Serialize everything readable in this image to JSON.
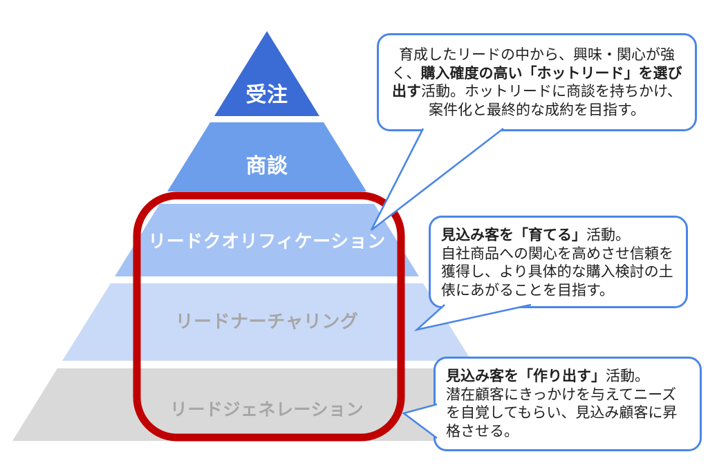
{
  "pyramid": {
    "levels": [
      {
        "label": "受注",
        "color": "#3b6bd5",
        "text_color": "#ffffff"
      },
      {
        "label": "商談",
        "color": "#6d9eeb",
        "text_color": "#ffffff"
      },
      {
        "label": "リードクオリフィケーション",
        "color": "#a4c2f4",
        "text_color": "#ffffff"
      },
      {
        "label": "リードナーチャリング",
        "color": "#c9daf8",
        "text_color": "#a6a6a6"
      },
      {
        "label": "リードジェネレーション",
        "color": "#d9d9d9",
        "text_color": "#a6a6a6"
      }
    ]
  },
  "highlight": {
    "color": "#c00000"
  },
  "callouts": {
    "border_color": "#4a86e8",
    "qualification": {
      "pre": "育成したリードの中から、興味・関心が強く、",
      "bold": "購入確度の高い「ホットリード」を選び出す",
      "post": "活動。ホットリードに商談を持ちかけ、案件化と最終的な成約を目指す。"
    },
    "nurturing": {
      "bold": "見込み客を「育てる」",
      "post": "活動。",
      "body": "自社商品への関心を高めさせ信頼を獲得し、より具体的な購入検討の土俵にあがることを目指す。"
    },
    "generation": {
      "bold": "見込み客を「作り出す」",
      "post": "活動。",
      "body": "潜在顧客にきっかけを与えてニーズを自覚してもらい、見込み顧客に昇格させる。"
    }
  }
}
